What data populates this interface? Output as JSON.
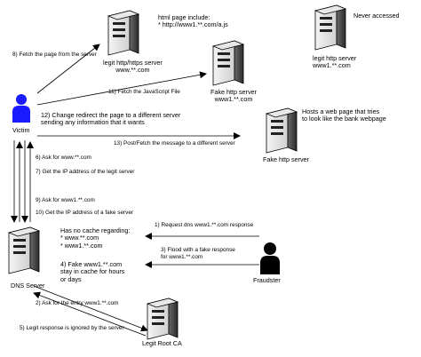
{
  "nodes": {
    "legit_server": {
      "label": "legit http/https server\nwww.**.com",
      "note": "html page include:\n* http://www1.**.com/a.js"
    },
    "unaccessed_server": {
      "label": "legit http server\nwww1.**.com",
      "note": "Never accessed"
    },
    "fake_server_top": {
      "label": "Fake http server\nwww1.**.com"
    },
    "fake_server_right": {
      "label": "Fake http server",
      "note": "Hosts a web page that tries\nto look like the bank webpage"
    },
    "victim": {
      "label": "Victim"
    },
    "dns_server": {
      "label": "DNS Server",
      "note_cache": "Has no cache regarding:\n* www.**.com\n* www1.**.com",
      "note_fake": "4) Fake www1.**.com\nstay in cache for hours\nor days"
    },
    "fraudster": {
      "label": "Fraudster"
    },
    "root_ca": {
      "label": "Legit Root CA"
    }
  },
  "steps": {
    "s1": "1) Request dns www1.**.com response",
    "s2": "2) Ask for the entry www1.**.com",
    "s3": "3) Flood with a fake response\nfor www1.**.com",
    "s5": "5) Legit response is ignored by the server",
    "s6": "6) Ask for www.**.com",
    "s7": "7) Get the IP address of the legit server",
    "s8": "8) Fetch the page from the server",
    "s9": "9) Ask for www1.**.com",
    "s10": "10) Get the IP address of a fake server",
    "s11": "11) Fetch the JavaScript File",
    "s12": "12) Change redirect the page to a different server\nsending any information that it wants",
    "s13": "13) Post/Fetch the message to a different server"
  }
}
